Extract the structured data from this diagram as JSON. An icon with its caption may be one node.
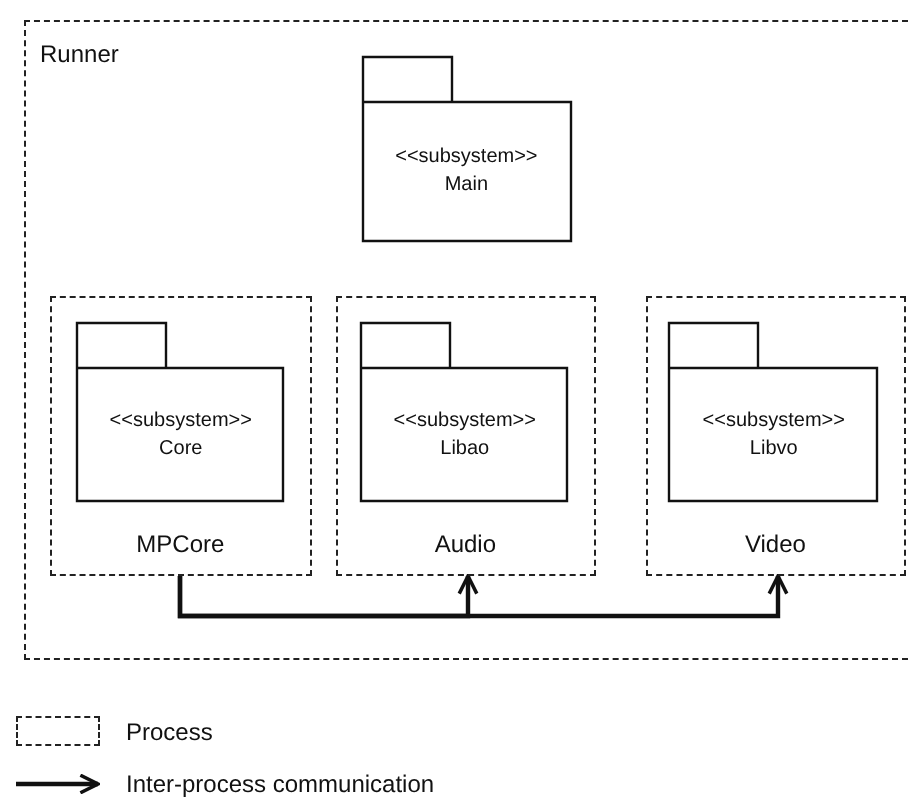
{
  "diagram": {
    "nodes": [
      {
        "text": [
          "Runner"
        ]
      },
      {
        "text": [
          "<<subsystem>>",
          "Main"
        ],
        "in": 0
      },
      {
        "text": [
          "MPCore"
        ],
        "in": 0
      },
      {
        "text": [
          "<<subsystem>>",
          "Core"
        ],
        "in": 2
      },
      {
        "text": [
          "Audio"
        ],
        "in": 0
      },
      {
        "text": [
          "<<subsystem>>",
          "Libao"
        ],
        "in": 4
      },
      {
        "text": [
          "Video"
        ],
        "in": 0
      },
      {
        "text": [
          "<<subsystem>>",
          "Libvo"
        ],
        "in": 6
      }
    ],
    "edges": [
      {
        "from": 2,
        "to": 4,
        "arrow": "to"
      },
      {
        "from": 2,
        "to": 6,
        "arrow": "to"
      }
    ],
    "legend": [
      {
        "text": "Process"
      },
      {
        "text": "Inter-process communication"
      }
    ]
  }
}
